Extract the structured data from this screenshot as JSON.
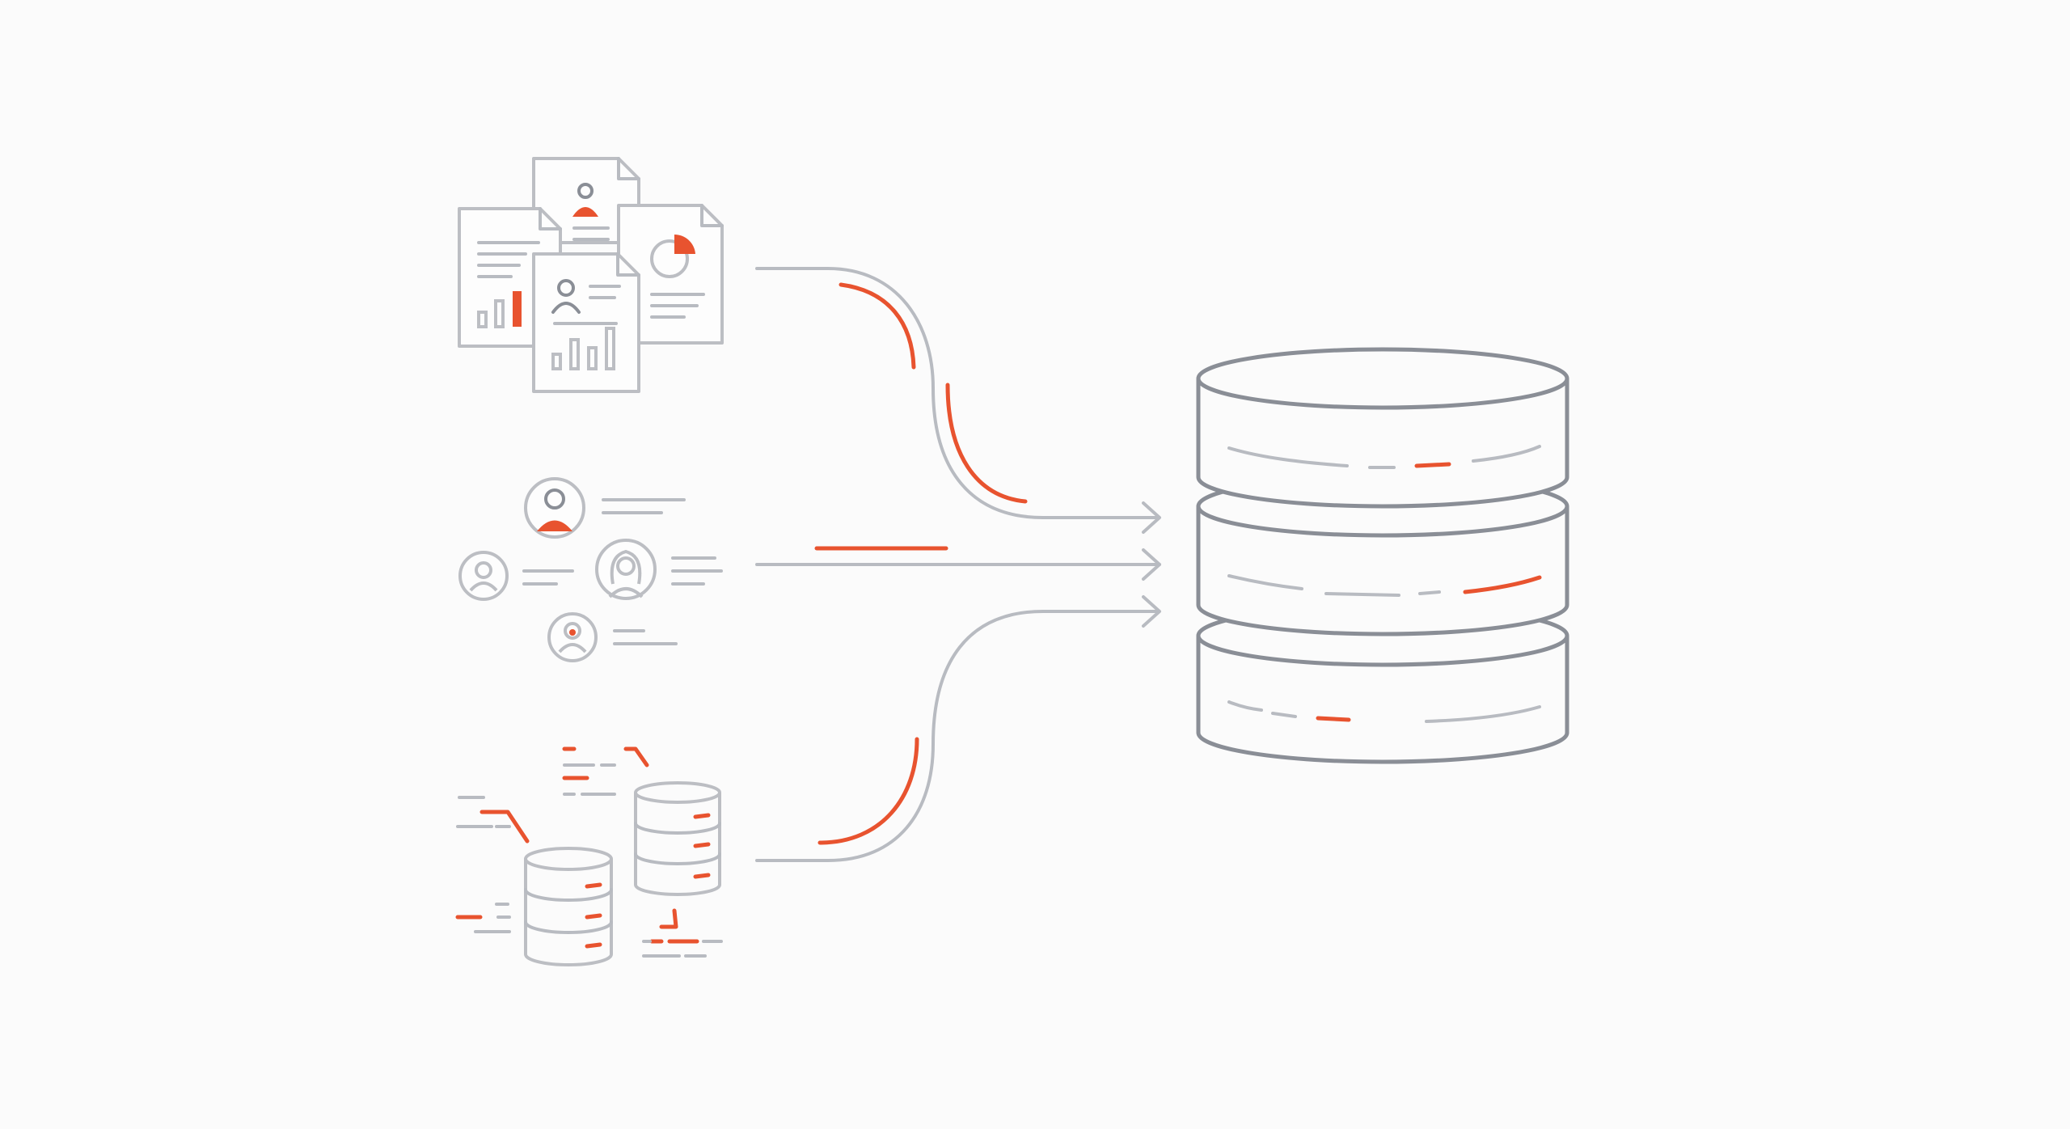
{
  "diagram": {
    "sources": [
      {
        "key": "documents",
        "icon": "documents-icon"
      },
      {
        "key": "people",
        "icon": "users-icon"
      },
      {
        "key": "databases",
        "icon": "databases-icon"
      }
    ],
    "target": {
      "key": "central-database",
      "icon": "database-icon"
    },
    "connections": [
      {
        "from": "documents",
        "to": "central-database"
      },
      {
        "from": "people",
        "to": "central-database"
      },
      {
        "from": "databases",
        "to": "central-database"
      }
    ]
  },
  "colors": {
    "accent": "#e8532f",
    "line_gray": "#b8bbc1",
    "line_dark": "#8a8e96",
    "background": "#fbfbfb"
  }
}
